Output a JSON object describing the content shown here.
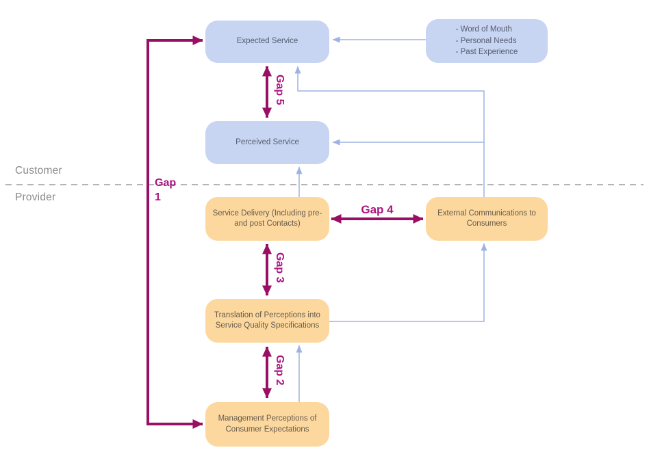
{
  "lanes": {
    "customer": "Customer",
    "provider": "Provider"
  },
  "boxes": {
    "expected_service": {
      "label": "Expected Service"
    },
    "influences": {
      "lines": [
        "- Word of Mouth",
        "- Personal Needs",
        "- Past Experience"
      ]
    },
    "perceived_service": {
      "label": "Perceived Service"
    },
    "service_delivery": {
      "label": "Service Delivery (Including pre- and post Contacts)"
    },
    "external_communications": {
      "label": "External Communications to Consumers"
    },
    "translation": {
      "label": "Translation of Perceptions into Service Quality Specifications"
    },
    "management_perceptions": {
      "label": "Management Perceptions of Consumer Expectations"
    }
  },
  "gaps": {
    "gap1": {
      "line1": "Gap",
      "line2": "1"
    },
    "gap2": "Gap 2",
    "gap3": "Gap 3",
    "gap4": "Gap 4",
    "gap5": "Gap 5"
  },
  "colors": {
    "customer_box_fill": "#c7d4f2",
    "provider_box_fill": "#fdd89e",
    "customer_box_text": "#555d6e",
    "provider_box_text": "#655b4d",
    "gap_arrow": "#990f63",
    "gap_label": "#ad1380",
    "connector_line": "#9cb3e3",
    "divider_line": "#9b9b9b",
    "lane_label": "#8a8a8a"
  }
}
